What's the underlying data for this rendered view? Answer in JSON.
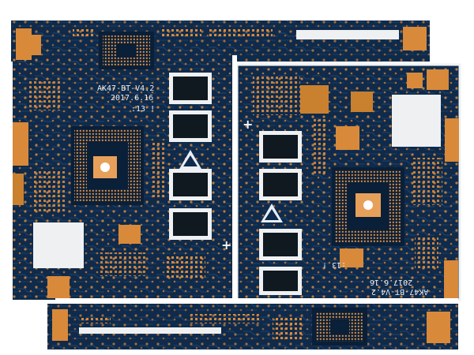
{
  "photo": {
    "subject": "printed-circuit-board-panel",
    "colors": {
      "background": "#ffffff",
      "solder_mask": "#0f2a4a",
      "solder_mask_dark": "#0a1f38",
      "copper": "#d8893a",
      "copper_light": "#e7a05a",
      "rail": "#eef0f2",
      "ic_body": "#101820",
      "silkscreen": "#e8eef8"
    }
  },
  "left_board": {
    "model_label": "AK47-BT-V4.2",
    "date_label": "2017.6.16",
    "small_label": ":13 !",
    "plus_mark": "+"
  },
  "right_board": {
    "model_label": "AK47-BT-V4.2",
    "date_label": "2017.6.16",
    "small_label": ":13 !",
    "plus_mark": "+"
  }
}
